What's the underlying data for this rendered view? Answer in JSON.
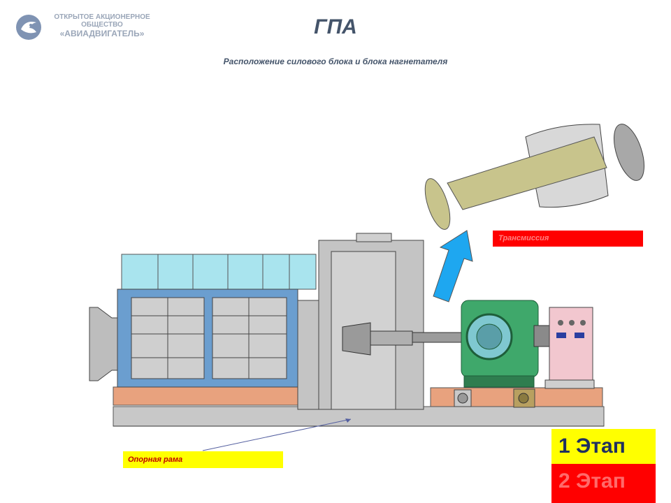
{
  "header": {
    "org_line1": "ОТКРЫТОЕ АКЦИОНЕРНОЕ",
    "org_line2": "ОБЩЕСТВО",
    "org_line3": "«АВИАДВИГАТЕЛЬ»",
    "title": "ГПА",
    "subtitle": "Расположение силового блока и блока нагнетателя"
  },
  "labels": {
    "transmission": "Трансмиссия",
    "support_frame": "Опорная рама"
  },
  "stages": [
    {
      "label": "1 Этап",
      "color": "#ffff00"
    },
    {
      "label": "2 Этап",
      "color": "#ff0000"
    }
  ],
  "colors": {
    "enclosure_cyan": "#a9e4ee",
    "panel_blue": "#6b9ecf",
    "frame_salmon": "#e8a27e",
    "machine_green": "#3fa86b",
    "cabinet_pink": "#f2c7cf",
    "arrow_blue": "#1ea7f0",
    "shaft_khaki": "#c8c48c"
  },
  "icons": [
    "logo-icon",
    "arrow-icon"
  ]
}
